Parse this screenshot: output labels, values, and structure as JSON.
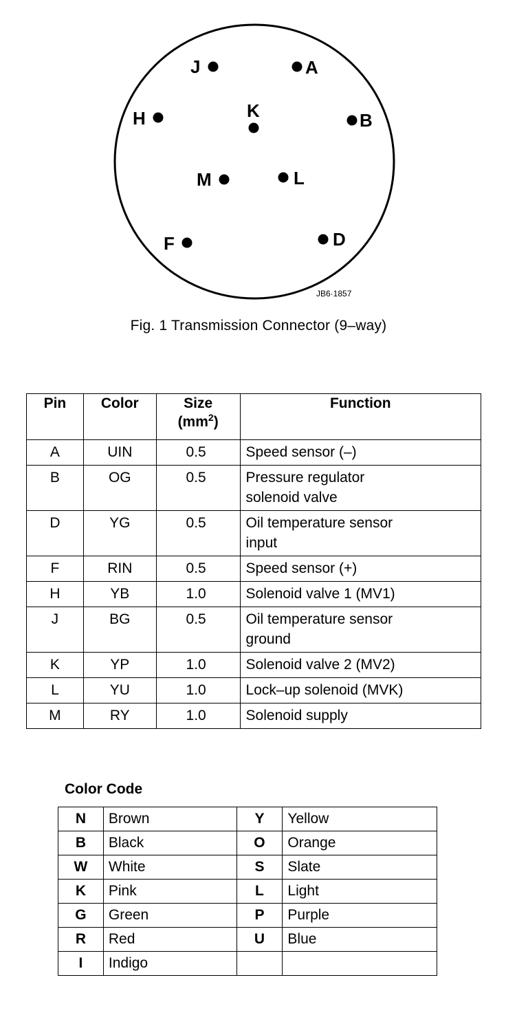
{
  "figure": {
    "pins": [
      {
        "label": "J"
      },
      {
        "label": "A"
      },
      {
        "label": "H"
      },
      {
        "label": "K"
      },
      {
        "label": "B"
      },
      {
        "label": "M"
      },
      {
        "label": "L"
      },
      {
        "label": "F"
      },
      {
        "label": "D"
      }
    ],
    "ref_code": "JB6·1857",
    "caption": "Fig. 1  Transmission Connector (9–way)"
  },
  "pin_table": {
    "headers": {
      "pin": "Pin",
      "color": "Color",
      "size": "Size",
      "size_unit_prefix": "(mm",
      "size_unit_exp": "2",
      "size_unit_suffix": ")",
      "function": "Function"
    },
    "rows": [
      {
        "pin": "A",
        "color": "UIN",
        "size": "0.5",
        "function_lines": [
          "Speed sensor (–)"
        ]
      },
      {
        "pin": "B",
        "color": "OG",
        "size": "0.5",
        "function_lines": [
          "Pressure regulator",
          "solenoid valve"
        ]
      },
      {
        "pin": "D",
        "color": "YG",
        "size": "0.5",
        "function_lines": [
          "Oil temperature sensor",
          "input"
        ]
      },
      {
        "pin": "F",
        "color": "RIN",
        "size": "0.5",
        "function_lines": [
          "Speed sensor (+)"
        ]
      },
      {
        "pin": "H",
        "color": "YB",
        "size": "1.0",
        "function_lines": [
          "Solenoid valve 1 (MV1)"
        ]
      },
      {
        "pin": "J",
        "color": "BG",
        "size": "0.5",
        "function_lines": [
          "Oil temperature sensor",
          "ground"
        ]
      },
      {
        "pin": "K",
        "color": "YP",
        "size": "1.0",
        "function_lines": [
          "Solenoid valve 2 (MV2)"
        ]
      },
      {
        "pin": "L",
        "color": "YU",
        "size": "1.0",
        "function_lines": [
          "Lock–up solenoid (MVK)"
        ]
      },
      {
        "pin": "M",
        "color": "RY",
        "size": "1.0",
        "function_lines": [
          "Solenoid supply"
        ]
      }
    ]
  },
  "color_code": {
    "title": "Color Code",
    "rows": [
      {
        "l1": "N",
        "n1": "Brown",
        "l2": "Y",
        "n2": "Yellow"
      },
      {
        "l1": "B",
        "n1": "Black",
        "l2": "O",
        "n2": "Orange"
      },
      {
        "l1": "W",
        "n1": "White",
        "l2": "S",
        "n2": "Slate"
      },
      {
        "l1": "K",
        "n1": "Pink",
        "l2": "L",
        "n2": "Light"
      },
      {
        "l1": "G",
        "n1": "Green",
        "l2": "P",
        "n2": "Purple"
      },
      {
        "l1": "R",
        "n1": "Red",
        "l2": "U",
        "n2": "Blue"
      },
      {
        "l1": "I",
        "n1": "Indigo",
        "l2": "",
        "n2": ""
      }
    ]
  }
}
